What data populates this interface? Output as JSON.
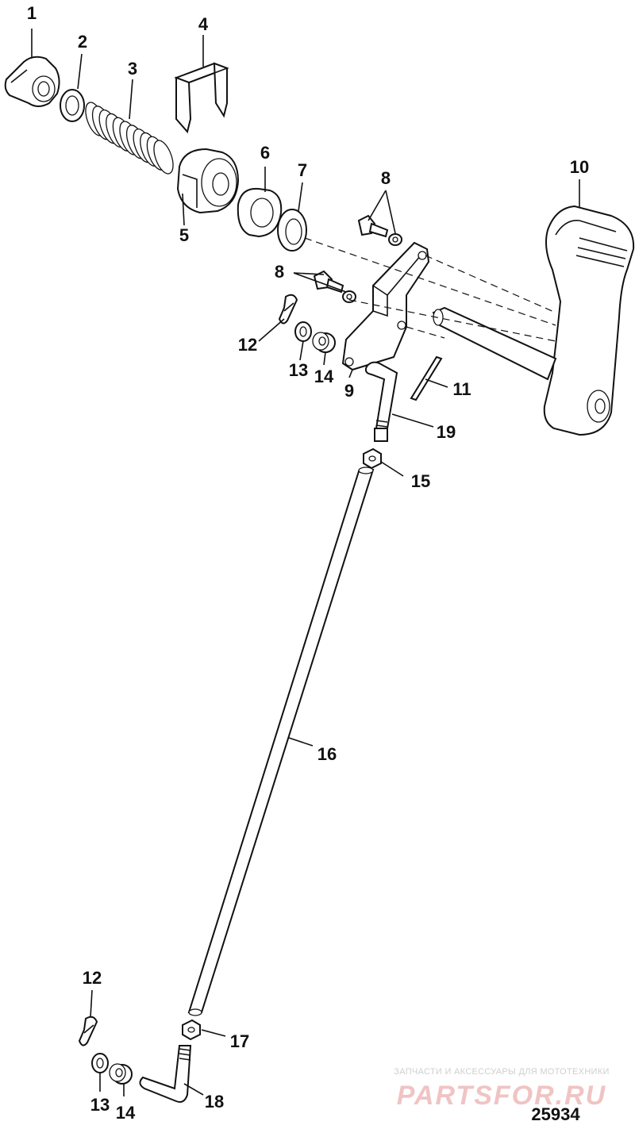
{
  "callouts": [
    {
      "id": "c1",
      "text": "1"
    },
    {
      "id": "c2",
      "text": "2"
    },
    {
      "id": "c3",
      "text": "3"
    },
    {
      "id": "c4",
      "text": "4"
    },
    {
      "id": "c5",
      "text": "5"
    },
    {
      "id": "c6",
      "text": "6"
    },
    {
      "id": "c7",
      "text": "7"
    },
    {
      "id": "c8a",
      "text": "8"
    },
    {
      "id": "c8b",
      "text": "8"
    },
    {
      "id": "c9",
      "text": "9"
    },
    {
      "id": "c10",
      "text": "10"
    },
    {
      "id": "c11",
      "text": "11"
    },
    {
      "id": "c12a",
      "text": "12"
    },
    {
      "id": "c13a",
      "text": "13"
    },
    {
      "id": "c14a",
      "text": "14"
    },
    {
      "id": "c15",
      "text": "15"
    },
    {
      "id": "c16",
      "text": "16"
    },
    {
      "id": "c17",
      "text": "17"
    },
    {
      "id": "c18",
      "text": "18"
    },
    {
      "id": "c19",
      "text": "19"
    },
    {
      "id": "c12b",
      "text": "12"
    },
    {
      "id": "c13b",
      "text": "13"
    },
    {
      "id": "c14b",
      "text": "14"
    }
  ],
  "watermark": {
    "subtitle": "ЗАПЧАСТИ И АКСЕССУАРЫ ДЛЯ МОТОТЕХНИКИ",
    "brand": "PARTSFOR.RU"
  },
  "figure_number": "25934",
  "colors": {
    "line": "#111111",
    "watermark_brand": "#f0c4c4",
    "watermark_sub": "#cfcfcf"
  }
}
